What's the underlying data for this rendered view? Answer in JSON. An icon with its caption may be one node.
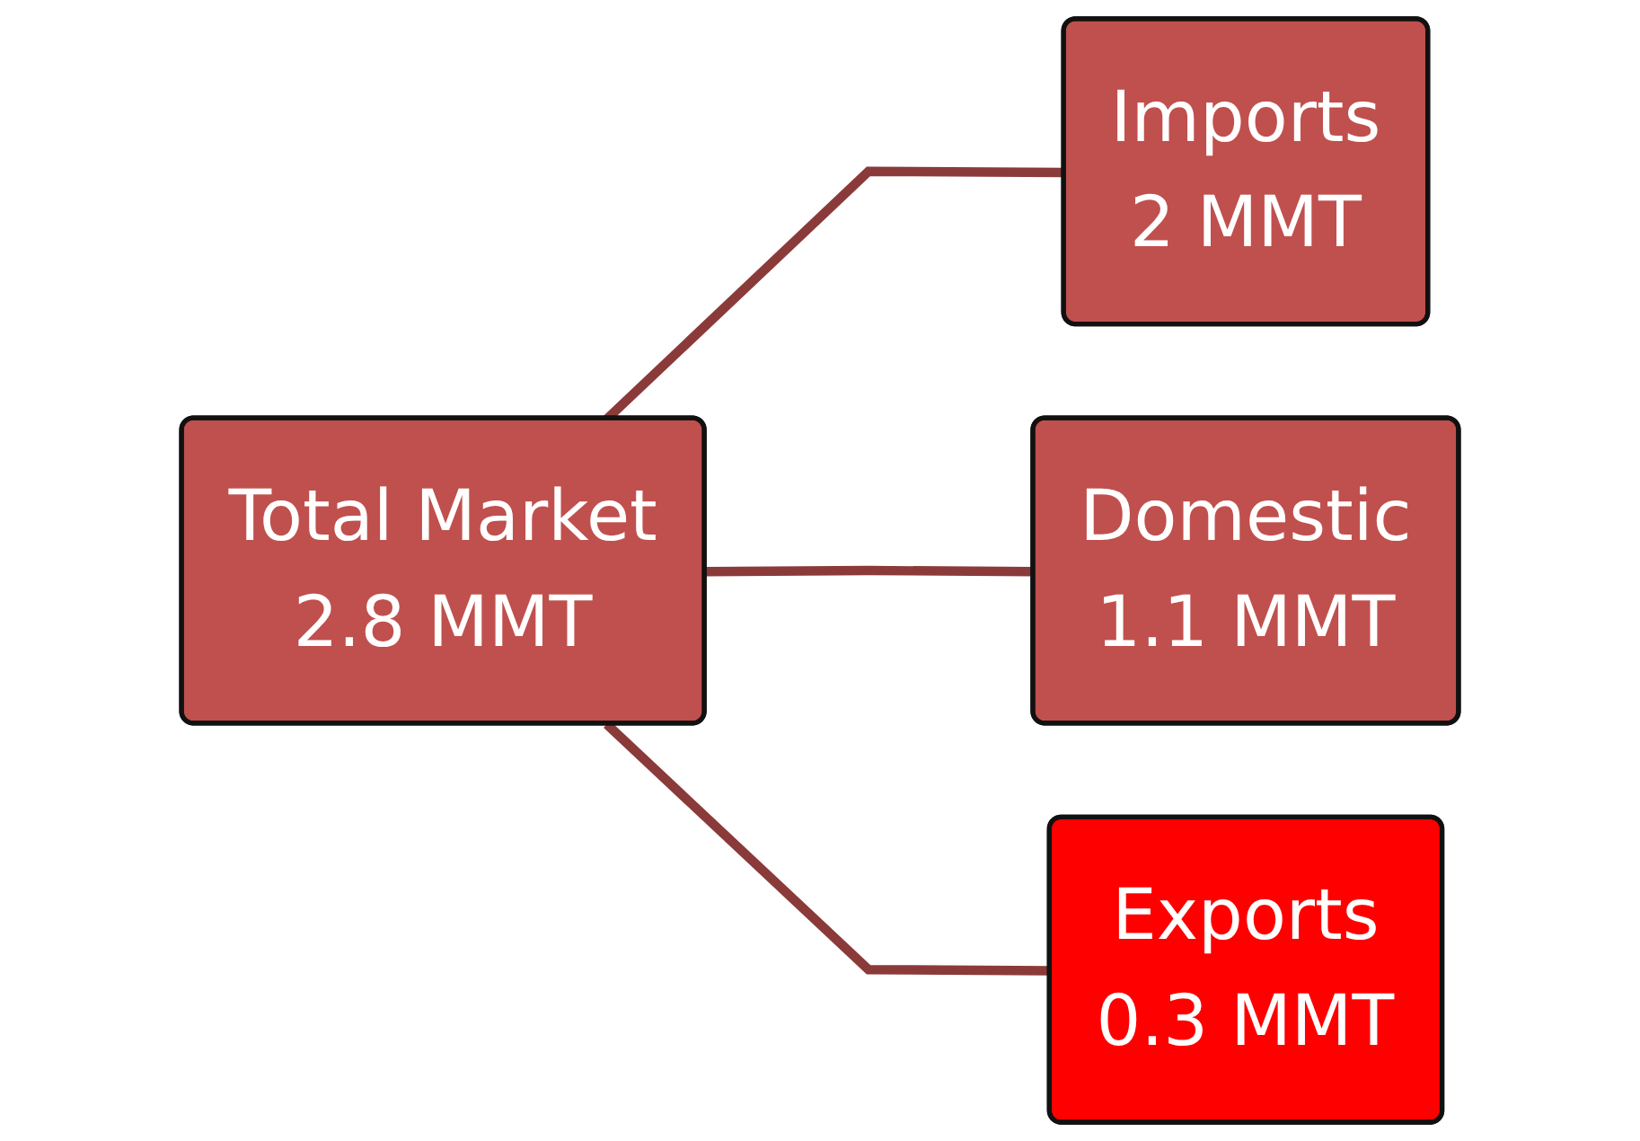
{
  "diagram": {
    "nodes": [
      {
        "text": [
          "Total Market",
          "2.8 MMT"
        ]
      },
      {
        "text": [
          "Imports",
          "2 MMT"
        ]
      },
      {
        "text": [
          "Domestic",
          "1.1 MMT"
        ]
      },
      {
        "text": [
          "Exports",
          "0.3 MMT"
        ]
      }
    ],
    "edges": [
      {
        "from": 0,
        "to": 1,
        "arrow": "none"
      },
      {
        "from": 0,
        "to": 2,
        "arrow": "none"
      },
      {
        "from": 0,
        "to": 3,
        "arrow": "none"
      }
    ]
  }
}
